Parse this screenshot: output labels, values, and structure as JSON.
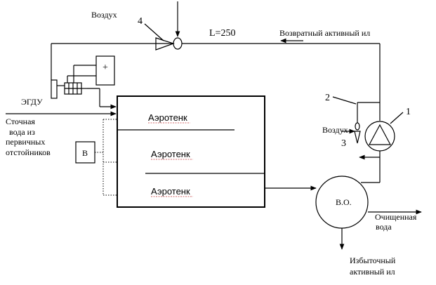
{
  "labels": {
    "air_top": "Воздух",
    "num_4": "4",
    "recycle_length": "L=250",
    "return_sludge": "Возвратный активный ил",
    "egdu": "ЭГДУ",
    "plus": "+",
    "wastewater": [
      "Сточная",
      "вода из",
      "первичных",
      "отстойников"
    ],
    "box_b": "В",
    "tank_1": "Аэротенк",
    "tank_2": "Аэротенк",
    "tank_3": "Аэротенк",
    "num_2": "2",
    "num_1": "1",
    "num_3": "3",
    "air_side": "Воздух",
    "settler": "В.О.",
    "treated_water": [
      "Очищенная",
      "вода"
    ],
    "excess_sludge": [
      "Избыточный",
      "активный ил"
    ]
  }
}
